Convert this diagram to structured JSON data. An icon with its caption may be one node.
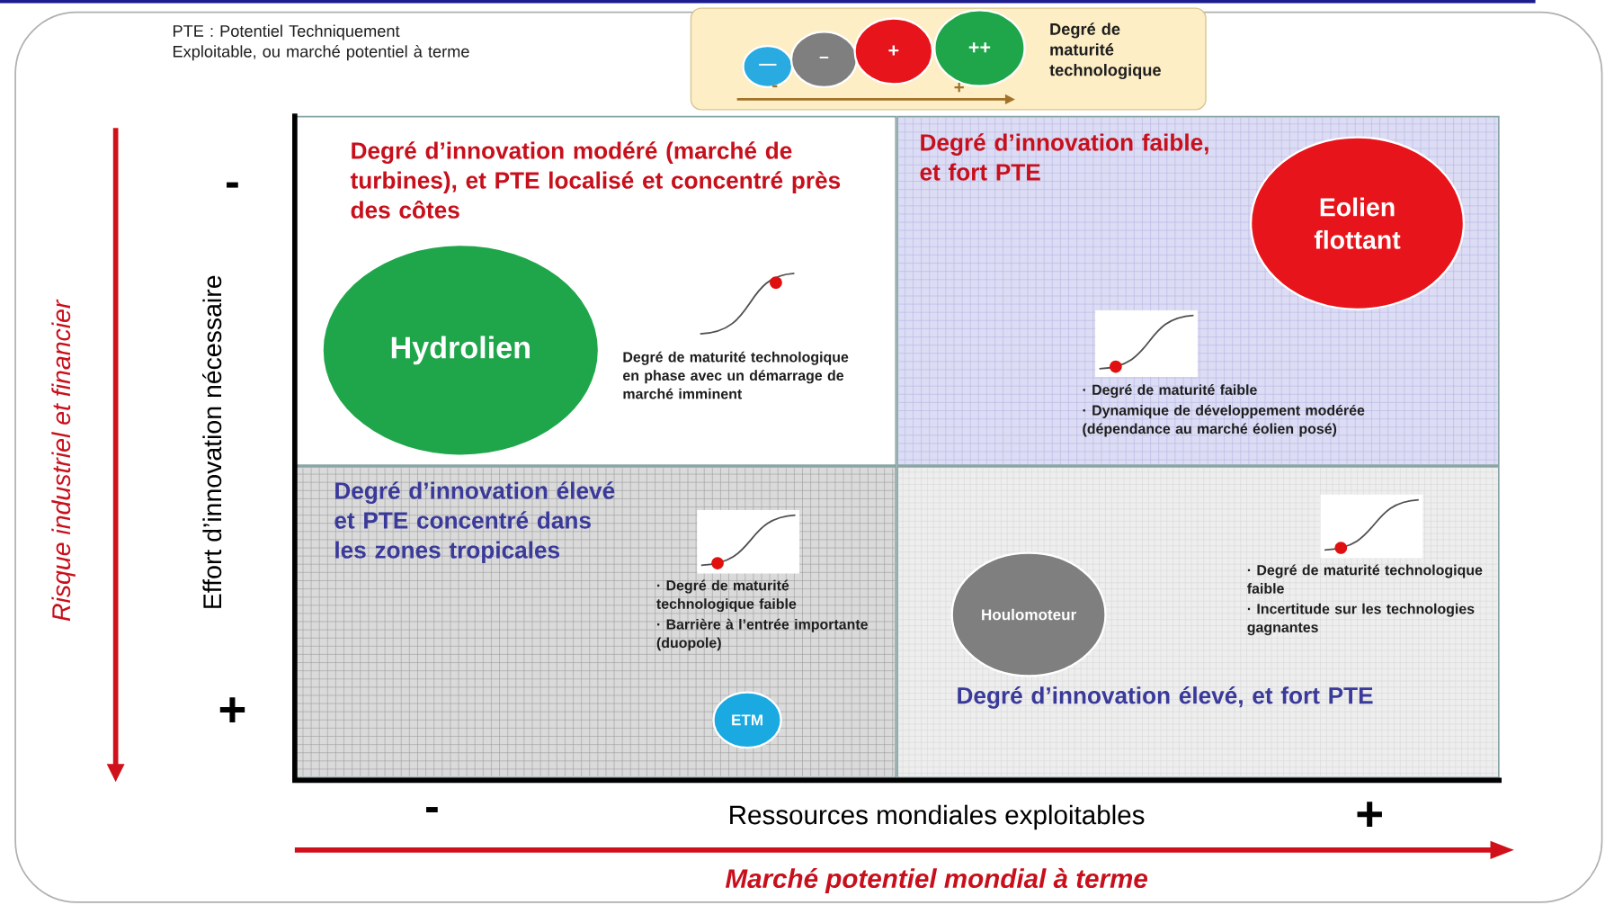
{
  "diagram": {
    "nodes": [
      {
        "text": [
          "Degré d’innovation modéré (marché de turbines), et PTE localisé et concentré près des côtes",
          "Degré de maturité technologique en phase avec un démarrage de marché imminent"
        ]
      },
      {
        "text": [
          "Hydrolien"
        ],
        "in": 0
      },
      {
        "text": [
          "Degré d’innovation faible, et fort PTE",
          "· Degré de maturité faible",
          "· Dynamique de développement modérée (dépendance au marché éolien posé)"
        ]
      },
      {
        "text": [
          "Eolien flottant"
        ],
        "in": 2
      },
      {
        "text": [
          "Degré d’innovation élevé et PTE concentré dans les zones tropicales",
          "· Degré de maturité technologique faible",
          "· Barrière à l’entrée importante (duopole)"
        ]
      },
      {
        "text": [
          "ETM"
        ],
        "in": 4
      },
      {
        "text": [
          "· Degré de maturité technologique faible",
          "· Incertitude sur les technologies gagnantes",
          "Degré d’innovation élevé, et fort PTE"
        ]
      },
      {
        "text": [
          "Houlomoteur"
        ],
        "in": 6
      },
      {
        "text": [
          "Degré de maturité technologique"
        ]
      },
      {
        "text": [
          "—"
        ],
        "in": 8
      },
      {
        "text": [
          "–"
        ],
        "in": 8
      },
      {
        "text": [
          "+"
        ],
        "in": 8
      },
      {
        "text": [
          "++"
        ],
        "in": 8
      }
    ],
    "edges": [],
    "labels": [
      "PTE : Potentiel Techniquement Exploitable, ou marché potentiel à terme",
      "-",
      "+",
      "-",
      "+",
      "Effort d’innovation nécessaire",
      "Risque industriel et financier",
      "-",
      "Ressources mondiales exploitables",
      "+",
      "Marché potentiel mondial à terme"
    ]
  }
}
